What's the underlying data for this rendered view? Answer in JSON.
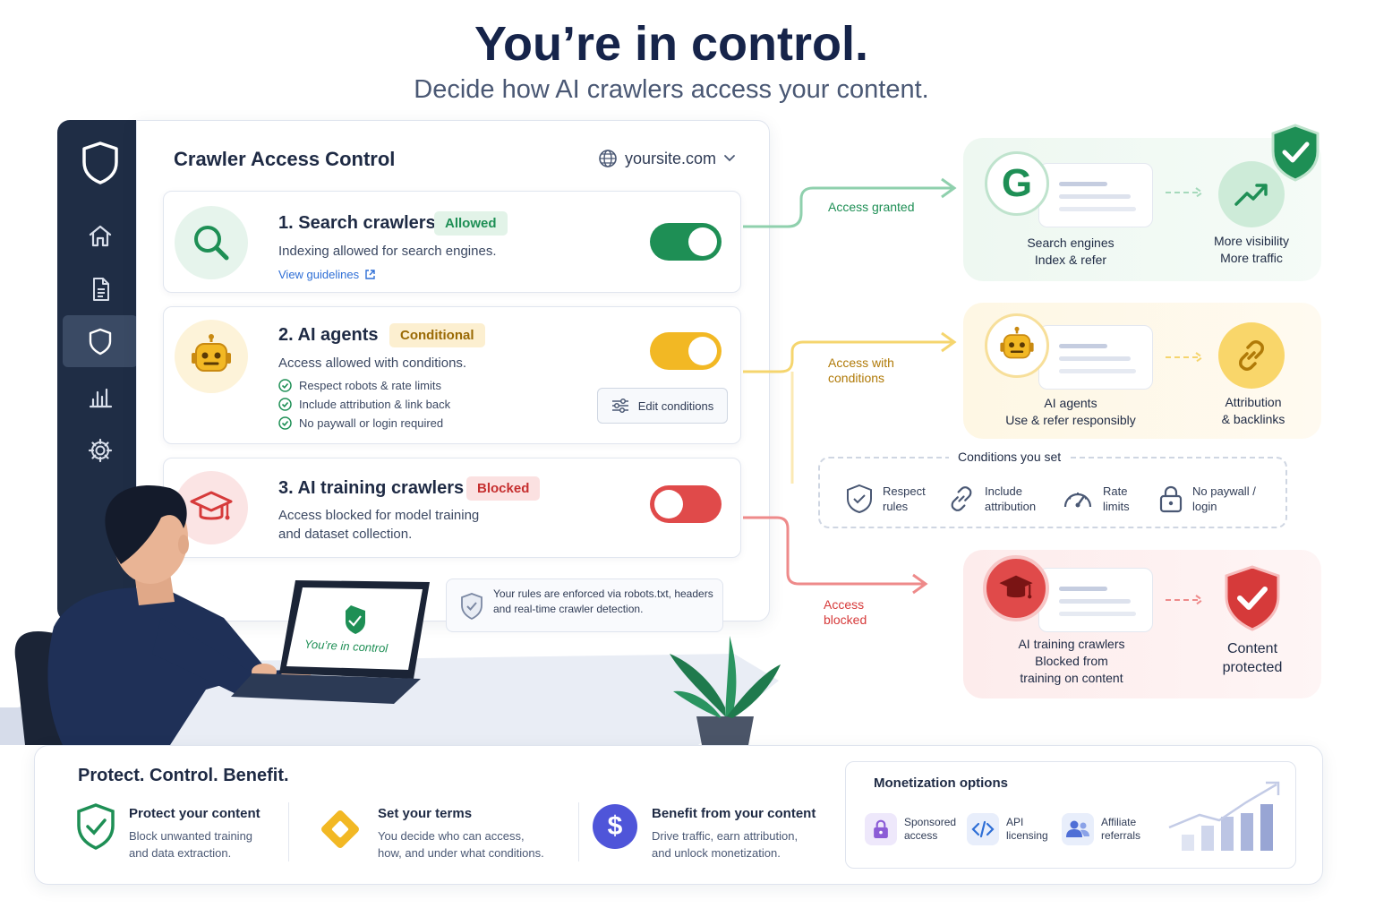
{
  "hero": {
    "title": "You’re in control.",
    "subtitle": "Decide how AI crawlers access your content."
  },
  "sidebar": {
    "items": [
      {
        "icon": "shield-icon"
      },
      {
        "icon": "home-icon"
      },
      {
        "icon": "document-icon"
      },
      {
        "icon": "shield-icon",
        "active": true
      },
      {
        "icon": "bar-chart-icon"
      },
      {
        "icon": "gear-icon"
      }
    ]
  },
  "panel": {
    "title": "Crawler Access Control",
    "site": "yoursite.com"
  },
  "cards": [
    {
      "title": "1. Search crawlers",
      "badge": "Allowed",
      "desc": "Indexing allowed for search engines.",
      "link": "View guidelines",
      "toggle": "on",
      "color": "#1e8f55"
    },
    {
      "title": "2. AI agents",
      "badge": "Conditional",
      "desc": "Access allowed with conditions.",
      "conditions": [
        "Respect robots & rate limits",
        "Include attribution & link back",
        "No paywall or login required"
      ],
      "button": "Edit conditions",
      "toggle": "on",
      "color": "#f2b824"
    },
    {
      "title": "3. AI training crawlers",
      "badge": "Blocked",
      "desc_line1": "Access blocked for model training",
      "desc_line2": "and dataset collection.",
      "toggle": "off",
      "color": "#e04a4a"
    }
  ],
  "enforce_note": {
    "line1": "Your rules are enforced via robots.txt, headers",
    "line2": "and real-time crawler detection."
  },
  "laptop_screen_text": "You’re in control",
  "flow": {
    "granted": "Access granted",
    "conditional_line1": "Access with",
    "conditional_line2": "conditions",
    "blocked_line1": "Access",
    "blocked_line2": "blocked"
  },
  "results": [
    {
      "title": "Search engines",
      "sub": "Index & refer",
      "outcome_line1": "More visibility",
      "outcome_line2": "More traffic"
    },
    {
      "title": "AI agents",
      "sub": "Use & refer responsibly",
      "outcome_line1": "Attribution",
      "outcome_line2": "& backlinks"
    },
    {
      "title": "AI training crawlers",
      "sub_line1": "Blocked from",
      "sub_line2": "training on content",
      "outcome_line1": "Content",
      "outcome_line2": "protected"
    }
  ],
  "conditions_set": {
    "title": "Conditions you set",
    "items": [
      {
        "line1": "Respect",
        "line2": "rules",
        "icon": "shield-check-icon"
      },
      {
        "line1": "Include",
        "line2": "attribution",
        "icon": "link-icon"
      },
      {
        "line1": "Rate",
        "line2": "limits",
        "icon": "gauge-icon"
      },
      {
        "line1": "No paywall /",
        "line2": "login",
        "icon": "lock-icon"
      }
    ]
  },
  "bottom": {
    "title": "Protect. Control. Benefit.",
    "benefits": [
      {
        "title": "Protect your content",
        "desc_line1": "Block unwanted training",
        "desc_line2": "and data extraction.",
        "icon": "shield-check-icon"
      },
      {
        "title": "Set your terms",
        "desc_line1": "You decide who can access,",
        "desc_line2": "how, and under what conditions.",
        "icon": "diamond-icon"
      },
      {
        "title": "Benefit from your content",
        "desc_line1": "Drive traffic, earn attribution,",
        "desc_line2": "and unlock monetization.",
        "icon": "dollar-icon"
      }
    ],
    "monetization": {
      "title": "Monetization options",
      "items": [
        {
          "line1": "Sponsored",
          "line2": "access",
          "icon": "lock-icon"
        },
        {
          "line1": "API",
          "line2": "licensing",
          "icon": "code-icon"
        },
        {
          "line1": "Affiliate",
          "line2": "referrals",
          "icon": "users-icon"
        }
      ]
    }
  },
  "colors": {
    "green": "#1e8f55",
    "amber": "#f2b824",
    "red": "#e04a4a",
    "navy": "#1f2d45",
    "link": "#2f6fd6"
  }
}
